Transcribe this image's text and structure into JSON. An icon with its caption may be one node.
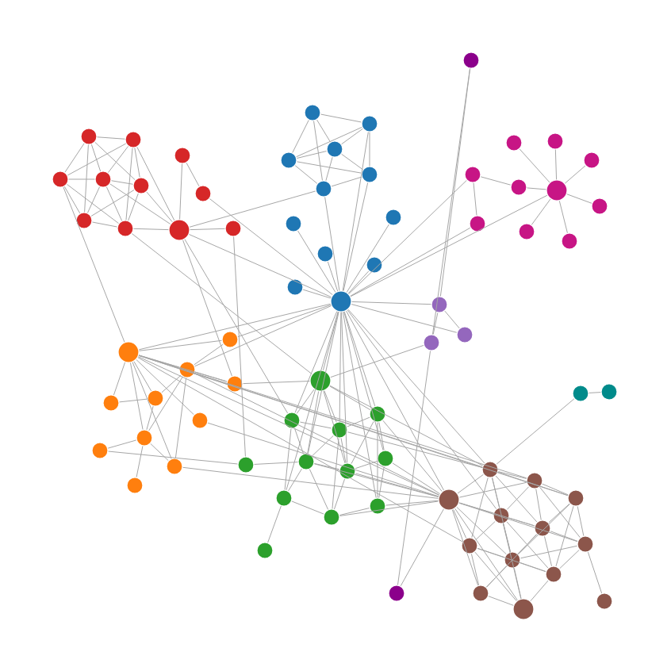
{
  "diagram": {
    "nodes": [
      {
        "text": [],
        "shape": "circle"
      },
      {
        "text": [],
        "shape": "circle"
      },
      {
        "text": [],
        "shape": "circle"
      },
      {
        "text": [],
        "shape": "circle"
      },
      {
        "text": [],
        "shape": "circle"
      },
      {
        "text": [],
        "shape": "circle"
      },
      {
        "text": [],
        "shape": "circle"
      },
      {
        "text": [],
        "shape": "circle"
      },
      {
        "text": [],
        "shape": "circle"
      },
      {
        "text": [],
        "shape": "circle"
      },
      {
        "text": [],
        "shape": "circle"
      },
      {
        "text": [],
        "shape": "circle"
      },
      {
        "text": [],
        "shape": "circle"
      },
      {
        "text": [],
        "shape": "circle"
      },
      {
        "text": [],
        "shape": "circle"
      },
      {
        "text": [],
        "shape": "circle"
      },
      {
        "text": [],
        "shape": "circle"
      },
      {
        "text": [],
        "shape": "circle"
      },
      {
        "text": [],
        "shape": "circle"
      },
      {
        "text": [],
        "shape": "circle"
      },
      {
        "text": [],
        "shape": "circle"
      },
      {
        "text": [],
        "shape": "circle"
      },
      {
        "text": [],
        "shape": "circle"
      },
      {
        "text": [],
        "shape": "circle"
      },
      {
        "text": [],
        "shape": "circle"
      },
      {
        "text": [],
        "shape": "circle"
      },
      {
        "text": [],
        "shape": "circle"
      },
      {
        "text": [],
        "shape": "circle"
      },
      {
        "text": [],
        "shape": "circle"
      },
      {
        "text": [],
        "shape": "circle"
      },
      {
        "text": [],
        "shape": "circle"
      },
      {
        "text": [],
        "shape": "circle"
      },
      {
        "text": [],
        "shape": "circle"
      },
      {
        "text": [],
        "shape": "circle"
      },
      {
        "text": [],
        "shape": "circle"
      },
      {
        "text": [],
        "shape": "circle"
      },
      {
        "text": [],
        "shape": "circle"
      },
      {
        "text": [],
        "shape": "circle"
      },
      {
        "text": [],
        "shape": "circle"
      },
      {
        "text": [],
        "shape": "circle"
      },
      {
        "text": [],
        "shape": "circle"
      },
      {
        "text": [],
        "shape": "circle"
      },
      {
        "text": [],
        "shape": "circle"
      },
      {
        "text": [],
        "shape": "circle"
      },
      {
        "text": [],
        "shape": "circle"
      },
      {
        "text": [],
        "shape": "circle"
      },
      {
        "text": [],
        "shape": "circle"
      },
      {
        "text": [],
        "shape": "circle"
      },
      {
        "text": [],
        "shape": "circle"
      },
      {
        "text": [],
        "shape": "circle"
      },
      {
        "text": [],
        "shape": "circle"
      },
      {
        "text": [],
        "shape": "circle"
      },
      {
        "text": [],
        "shape": "circle"
      },
      {
        "text": [],
        "shape": "circle"
      },
      {
        "text": [],
        "shape": "circle"
      },
      {
        "text": [],
        "shape": "circle"
      },
      {
        "text": [],
        "shape": "circle"
      },
      {
        "text": [],
        "shape": "circle"
      },
      {
        "text": [],
        "shape": "circle"
      },
      {
        "text": [],
        "shape": "circle"
      },
      {
        "text": [],
        "shape": "circle"
      },
      {
        "text": [],
        "shape": "circle"
      },
      {
        "text": [],
        "shape": "circle"
      },
      {
        "text": [],
        "shape": "circle"
      },
      {
        "text": [],
        "shape": "circle"
      },
      {
        "text": [],
        "shape": "circle"
      },
      {
        "text": [],
        "shape": "circle"
      },
      {
        "text": [],
        "shape": "circle"
      },
      {
        "text": [],
        "shape": "circle"
      },
      {
        "text": [],
        "shape": "circle"
      },
      {
        "text": [],
        "shape": "circle"
      },
      {
        "text": [],
        "shape": "circle"
      },
      {
        "text": [],
        "shape": "circle"
      },
      {
        "text": [],
        "shape": "circle"
      },
      {
        "text": [],
        "shape": "circle"
      },
      {
        "text": [],
        "shape": "circle"
      }
    ],
    "edges": [
      {
        "from": 0,
        "to": 1,
        "arrow": "none"
      },
      {
        "from": 0,
        "to": 2,
        "arrow": "none"
      },
      {
        "from": 0,
        "to": 3,
        "arrow": "none"
      },
      {
        "from": 0,
        "to": 4,
        "arrow": "none"
      },
      {
        "from": 0,
        "to": 5,
        "arrow": "none"
      },
      {
        "from": 1,
        "to": 3,
        "arrow": "none"
      },
      {
        "from": 1,
        "to": 4,
        "arrow": "none"
      },
      {
        "from": 1,
        "to": 2,
        "arrow": "none"
      },
      {
        "from": 1,
        "to": 6,
        "arrow": "none"
      },
      {
        "from": 2,
        "to": 3,
        "arrow": "none"
      },
      {
        "from": 2,
        "to": 5,
        "arrow": "none"
      },
      {
        "from": 2,
        "to": 6,
        "arrow": "none"
      },
      {
        "from": 3,
        "to": 4,
        "arrow": "none"
      },
      {
        "from": 3,
        "to": 5,
        "arrow": "none"
      },
      {
        "from": 3,
        "to": 6,
        "arrow": "none"
      },
      {
        "from": 4,
        "to": 5,
        "arrow": "none"
      },
      {
        "from": 4,
        "to": 6,
        "arrow": "none"
      },
      {
        "from": 5,
        "to": 6,
        "arrow": "none"
      },
      {
        "from": 4,
        "to": 7,
        "arrow": "none"
      },
      {
        "from": 3,
        "to": 7,
        "arrow": "none"
      },
      {
        "from": 1,
        "to": 7,
        "arrow": "none"
      },
      {
        "from": 6,
        "to": 7,
        "arrow": "none"
      },
      {
        "from": 7,
        "to": 8,
        "arrow": "none"
      },
      {
        "from": 8,
        "to": 9,
        "arrow": "none"
      },
      {
        "from": 9,
        "to": 22,
        "arrow": "none"
      },
      {
        "from": 7,
        "to": 10,
        "arrow": "none"
      },
      {
        "from": 7,
        "to": 22,
        "arrow": "none"
      },
      {
        "from": 2,
        "to": 38,
        "arrow": "none"
      },
      {
        "from": 6,
        "to": 49,
        "arrow": "none"
      },
      {
        "from": 7,
        "to": 41,
        "arrow": "none"
      },
      {
        "from": 7,
        "to": 50,
        "arrow": "none"
      },
      {
        "from": 10,
        "to": 53,
        "arrow": "none"
      },
      {
        "from": 7,
        "to": 16,
        "arrow": "none"
      },
      {
        "from": 11,
        "to": 13,
        "arrow": "none"
      },
      {
        "from": 11,
        "to": 14,
        "arrow": "none"
      },
      {
        "from": 11,
        "to": 16,
        "arrow": "none"
      },
      {
        "from": 11,
        "to": 12,
        "arrow": "none"
      },
      {
        "from": 12,
        "to": 13,
        "arrow": "none"
      },
      {
        "from": 12,
        "to": 14,
        "arrow": "none"
      },
      {
        "from": 12,
        "to": 15,
        "arrow": "none"
      },
      {
        "from": 13,
        "to": 14,
        "arrow": "none"
      },
      {
        "from": 13,
        "to": 15,
        "arrow": "none"
      },
      {
        "from": 13,
        "to": 16,
        "arrow": "none"
      },
      {
        "from": 14,
        "to": 15,
        "arrow": "none"
      },
      {
        "from": 14,
        "to": 16,
        "arrow": "none"
      },
      {
        "from": 15,
        "to": 16,
        "arrow": "none"
      },
      {
        "from": 16,
        "to": 22,
        "arrow": "none"
      },
      {
        "from": 15,
        "to": 22,
        "arrow": "none"
      },
      {
        "from": 12,
        "to": 22,
        "arrow": "none"
      },
      {
        "from": 17,
        "to": 22,
        "arrow": "none"
      },
      {
        "from": 18,
        "to": 22,
        "arrow": "none"
      },
      {
        "from": 19,
        "to": 22,
        "arrow": "none"
      },
      {
        "from": 20,
        "to": 22,
        "arrow": "none"
      },
      {
        "from": 21,
        "to": 22,
        "arrow": "none"
      },
      {
        "from": 22,
        "to": 25,
        "arrow": "none"
      },
      {
        "from": 22,
        "to": 30,
        "arrow": "none"
      },
      {
        "from": 22,
        "to": 32,
        "arrow": "none"
      },
      {
        "from": 22,
        "to": 35,
        "arrow": "none"
      },
      {
        "from": 22,
        "to": 36,
        "arrow": "none"
      },
      {
        "from": 22,
        "to": 38,
        "arrow": "none"
      },
      {
        "from": 22,
        "to": 39,
        "arrow": "none"
      },
      {
        "from": 22,
        "to": 40,
        "arrow": "none"
      },
      {
        "from": 22,
        "to": 49,
        "arrow": "none"
      },
      {
        "from": 22,
        "to": 50,
        "arrow": "none"
      },
      {
        "from": 22,
        "to": 51,
        "arrow": "none"
      },
      {
        "from": 22,
        "to": 52,
        "arrow": "none"
      },
      {
        "from": 22,
        "to": 54,
        "arrow": "none"
      },
      {
        "from": 22,
        "to": 55,
        "arrow": "none"
      },
      {
        "from": 22,
        "to": 56,
        "arrow": "none"
      },
      {
        "from": 22,
        "to": 57,
        "arrow": "none"
      },
      {
        "from": 22,
        "to": 59,
        "arrow": "none"
      },
      {
        "from": 22,
        "to": 63,
        "arrow": "none"
      },
      {
        "from": 22,
        "to": 65,
        "arrow": "none"
      },
      {
        "from": 22,
        "to": 67,
        "arrow": "none"
      },
      {
        "from": 25,
        "to": 29,
        "arrow": "none"
      },
      {
        "from": 25,
        "to": 32,
        "arrow": "none"
      },
      {
        "from": 29,
        "to": 30,
        "arrow": "none"
      },
      {
        "from": 26,
        "to": 30,
        "arrow": "none"
      },
      {
        "from": 27,
        "to": 30,
        "arrow": "none"
      },
      {
        "from": 28,
        "to": 30,
        "arrow": "none"
      },
      {
        "from": 31,
        "to": 30,
        "arrow": "none"
      },
      {
        "from": 33,
        "to": 30,
        "arrow": "none"
      },
      {
        "from": 34,
        "to": 30,
        "arrow": "none"
      },
      {
        "from": 23,
        "to": 35,
        "arrow": "none"
      },
      {
        "from": 23,
        "to": 37,
        "arrow": "none"
      },
      {
        "from": 24,
        "to": 37,
        "arrow": "none"
      },
      {
        "from": 24,
        "to": 65,
        "arrow": "none"
      },
      {
        "from": 35,
        "to": 36,
        "arrow": "none"
      },
      {
        "from": 35,
        "to": 37,
        "arrow": "none"
      },
      {
        "from": 37,
        "to": 49,
        "arrow": "none"
      },
      {
        "from": 61,
        "to": 62,
        "arrow": "none"
      },
      {
        "from": 61,
        "to": 63,
        "arrow": "none"
      },
      {
        "from": 38,
        "to": 39,
        "arrow": "none"
      },
      {
        "from": 38,
        "to": 40,
        "arrow": "none"
      },
      {
        "from": 38,
        "to": 41,
        "arrow": "none"
      },
      {
        "from": 38,
        "to": 42,
        "arrow": "none"
      },
      {
        "from": 38,
        "to": 43,
        "arrow": "none"
      },
      {
        "from": 38,
        "to": 44,
        "arrow": "none"
      },
      {
        "from": 38,
        "to": 45,
        "arrow": "none"
      },
      {
        "from": 38,
        "to": 47,
        "arrow": "none"
      },
      {
        "from": 39,
        "to": 40,
        "arrow": "none"
      },
      {
        "from": 40,
        "to": 41,
        "arrow": "none"
      },
      {
        "from": 40,
        "to": 42,
        "arrow": "none"
      },
      {
        "from": 40,
        "to": 45,
        "arrow": "none"
      },
      {
        "from": 40,
        "to": 47,
        "arrow": "none"
      },
      {
        "from": 42,
        "to": 43,
        "arrow": "none"
      },
      {
        "from": 42,
        "to": 45,
        "arrow": "none"
      },
      {
        "from": 45,
        "to": 46,
        "arrow": "none"
      },
      {
        "from": 45,
        "to": 48,
        "arrow": "none"
      },
      {
        "from": 45,
        "to": 47,
        "arrow": "none"
      },
      {
        "from": 46,
        "to": 53,
        "arrow": "none"
      },
      {
        "from": 41,
        "to": 49,
        "arrow": "none"
      },
      {
        "from": 38,
        "to": 63,
        "arrow": "none"
      },
      {
        "from": 38,
        "to": 65,
        "arrow": "none"
      },
      {
        "from": 38,
        "to": 69,
        "arrow": "none"
      },
      {
        "from": 38,
        "to": 66,
        "arrow": "none"
      },
      {
        "from": 38,
        "to": 64,
        "arrow": "none"
      },
      {
        "from": 40,
        "to": 65,
        "arrow": "none"
      },
      {
        "from": 44,
        "to": 65,
        "arrow": "none"
      },
      {
        "from": 47,
        "to": 65,
        "arrow": "none"
      },
      {
        "from": 49,
        "to": 50,
        "arrow": "none"
      },
      {
        "from": 49,
        "to": 51,
        "arrow": "none"
      },
      {
        "from": 49,
        "to": 52,
        "arrow": "none"
      },
      {
        "from": 49,
        "to": 54,
        "arrow": "none"
      },
      {
        "from": 49,
        "to": 55,
        "arrow": "none"
      },
      {
        "from": 50,
        "to": 51,
        "arrow": "none"
      },
      {
        "from": 50,
        "to": 54,
        "arrow": "none"
      },
      {
        "from": 50,
        "to": 57,
        "arrow": "none"
      },
      {
        "from": 51,
        "to": 52,
        "arrow": "none"
      },
      {
        "from": 51,
        "to": 54,
        "arrow": "none"
      },
      {
        "from": 51,
        "to": 55,
        "arrow": "none"
      },
      {
        "from": 51,
        "to": 58,
        "arrow": "none"
      },
      {
        "from": 52,
        "to": 56,
        "arrow": "none"
      },
      {
        "from": 52,
        "to": 59,
        "arrow": "none"
      },
      {
        "from": 52,
        "to": 55,
        "arrow": "none"
      },
      {
        "from": 54,
        "to": 55,
        "arrow": "none"
      },
      {
        "from": 54,
        "to": 57,
        "arrow": "none"
      },
      {
        "from": 54,
        "to": 58,
        "arrow": "none"
      },
      {
        "from": 55,
        "to": 56,
        "arrow": "none"
      },
      {
        "from": 55,
        "to": 58,
        "arrow": "none"
      },
      {
        "from": 56,
        "to": 59,
        "arrow": "none"
      },
      {
        "from": 57,
        "to": 58,
        "arrow": "none"
      },
      {
        "from": 57,
        "to": 60,
        "arrow": "none"
      },
      {
        "from": 58,
        "to": 59,
        "arrow": "none"
      },
      {
        "from": 53,
        "to": 54,
        "arrow": "none"
      },
      {
        "from": 56,
        "to": 65,
        "arrow": "none"
      },
      {
        "from": 59,
        "to": 65,
        "arrow": "none"
      },
      {
        "from": 52,
        "to": 65,
        "arrow": "none"
      },
      {
        "from": 49,
        "to": 63,
        "arrow": "none"
      },
      {
        "from": 51,
        "to": 63,
        "arrow": "none"
      },
      {
        "from": 54,
        "to": 65,
        "arrow": "none"
      },
      {
        "from": 55,
        "to": 65,
        "arrow": "none"
      },
      {
        "from": 58,
        "to": 65,
        "arrow": "none"
      },
      {
        "from": 63,
        "to": 64,
        "arrow": "none"
      },
      {
        "from": 63,
        "to": 65,
        "arrow": "none"
      },
      {
        "from": 63,
        "to": 66,
        "arrow": "none"
      },
      {
        "from": 63,
        "to": 67,
        "arrow": "none"
      },
      {
        "from": 63,
        "to": 68,
        "arrow": "none"
      },
      {
        "from": 63,
        "to": 69,
        "arrow": "none"
      },
      {
        "from": 63,
        "to": 71,
        "arrow": "none"
      },
      {
        "from": 64,
        "to": 66,
        "arrow": "none"
      },
      {
        "from": 64,
        "to": 67,
        "arrow": "none"
      },
      {
        "from": 64,
        "to": 68,
        "arrow": "none"
      },
      {
        "from": 64,
        "to": 70,
        "arrow": "none"
      },
      {
        "from": 64,
        "to": 65,
        "arrow": "none"
      },
      {
        "from": 65,
        "to": 67,
        "arrow": "none"
      },
      {
        "from": 65,
        "to": 69,
        "arrow": "none"
      },
      {
        "from": 65,
        "to": 71,
        "arrow": "none"
      },
      {
        "from": 65,
        "to": 73,
        "arrow": "none"
      },
      {
        "from": 65,
        "to": 74,
        "arrow": "none"
      },
      {
        "from": 65,
        "to": 68,
        "arrow": "none"
      },
      {
        "from": 66,
        "to": 68,
        "arrow": "none"
      },
      {
        "from": 66,
        "to": 70,
        "arrow": "none"
      },
      {
        "from": 66,
        "to": 72,
        "arrow": "none"
      },
      {
        "from": 67,
        "to": 68,
        "arrow": "none"
      },
      {
        "from": 67,
        "to": 69,
        "arrow": "none"
      },
      {
        "from": 67,
        "to": 71,
        "arrow": "none"
      },
      {
        "from": 67,
        "to": 72,
        "arrow": "none"
      },
      {
        "from": 67,
        "to": 74,
        "arrow": "none"
      },
      {
        "from": 68,
        "to": 70,
        "arrow": "none"
      },
      {
        "from": 68,
        "to": 71,
        "arrow": "none"
      },
      {
        "from": 68,
        "to": 72,
        "arrow": "none"
      },
      {
        "from": 68,
        "to": 73,
        "arrow": "none"
      },
      {
        "from": 69,
        "to": 71,
        "arrow": "none"
      },
      {
        "from": 69,
        "to": 73,
        "arrow": "none"
      },
      {
        "from": 69,
        "to": 74,
        "arrow": "none"
      },
      {
        "from": 70,
        "to": 72,
        "arrow": "none"
      },
      {
        "from": 70,
        "to": 75,
        "arrow": "none"
      },
      {
        "from": 70,
        "to": 71,
        "arrow": "none"
      },
      {
        "from": 71,
        "to": 72,
        "arrow": "none"
      },
      {
        "from": 71,
        "to": 73,
        "arrow": "none"
      },
      {
        "from": 71,
        "to": 74,
        "arrow": "none"
      },
      {
        "from": 72,
        "to": 74,
        "arrow": "none"
      },
      {
        "from": 73,
        "to": 74,
        "arrow": "none"
      },
      {
        "from": 66,
        "to": 71,
        "arrow": "none"
      },
      {
        "from": 69,
        "to": 72,
        "arrow": "none"
      },
      {
        "from": 65,
        "to": 70,
        "arrow": "none"
      }
    ]
  }
}
